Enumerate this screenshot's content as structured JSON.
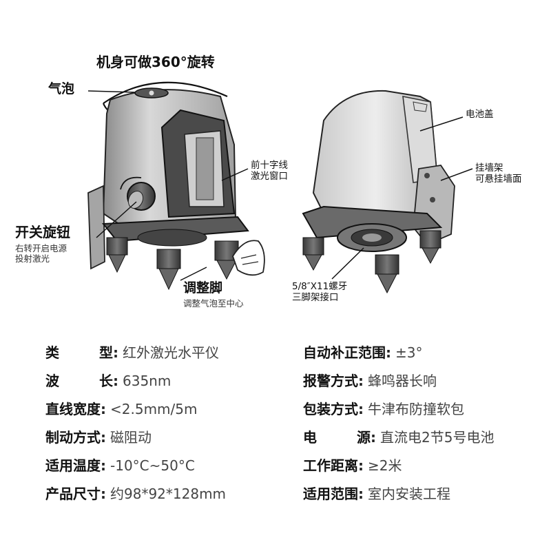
{
  "labels": {
    "rotation": "机身可做360°旋转",
    "bubble": "气泡",
    "front_window_line1": "前十字线",
    "front_window_line2": "激光窗口",
    "switch_title": "开关旋钮",
    "switch_desc_line1": "右转开启电源",
    "switch_desc_line2": "投射激光",
    "feet_title": "调整脚",
    "feet_desc": "调整气泡至中心",
    "battery_cover": "电池盖",
    "wall_mount_line1": "挂墙架",
    "wall_mount_line2": "可悬挂墙面",
    "thread_line1": "5/8″X11螺牙",
    "thread_line2": "三脚架接口"
  },
  "specs": {
    "left": [
      {
        "key_a": "类",
        "key_b": "型",
        "sep": ":",
        "value": "红外激光水平仪"
      },
      {
        "key_a": "波",
        "key_b": "长",
        "sep": ":",
        "value": "635nm"
      },
      {
        "key": "直线宽度",
        "sep": ":",
        "value": "<2.5mm/5m"
      },
      {
        "key": "制动方式",
        "sep": ":",
        "value": "磁阻动"
      },
      {
        "key": "适用温度",
        "sep": ":",
        "value": "-10°C~50°C"
      },
      {
        "key": "产品尺寸",
        "sep": ":",
        "value": "约98*92*128mm"
      }
    ],
    "right": [
      {
        "key": "自动补正范围",
        "sep": ":",
        "value": "±3°"
      },
      {
        "key": "报警方式",
        "sep": ":",
        "value": "蜂鸣器长响"
      },
      {
        "key": "包装方式",
        "sep": ":",
        "value": "牛津布防撞软包"
      },
      {
        "key_a": "电",
        "key_b": "源",
        "sep": ":",
        "value": "直流电2节5号电池"
      },
      {
        "key": "工作距离",
        "sep": ":",
        "value": "≥2米"
      },
      {
        "key": "适用范围",
        "sep": ":",
        "value": "室内安装工程"
      }
    ]
  }
}
